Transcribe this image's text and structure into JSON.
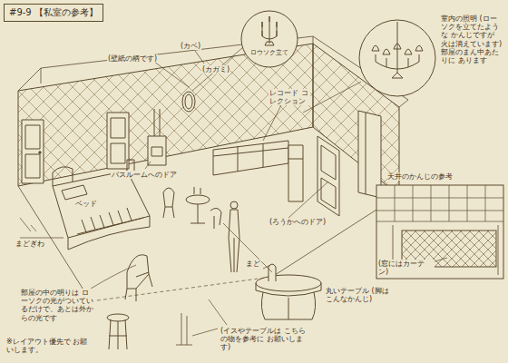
{
  "diagram": {
    "title": "#9-9 【私室の参考】",
    "nodes": [
      {
        "text": [
          "ロウソク立て"
        ]
      },
      {
        "text": [
          "室内の照明 (ローソクを立てたような かんじですが 火は消えています) 部屋のまん中あたりに あります"
        ]
      },
      {
        "text": [
          "天井のかんじの参考",
          "(窓にはカーテン)"
        ]
      }
    ],
    "labels": [
      "(カベ)",
      "(壁紙の柄です)",
      "(カガミ)",
      "レコード コレクション",
      "バスルームへのドア",
      "ベッド",
      "まどぎわ",
      "(ろうかへのドア)",
      "まど",
      "丸いテーブル (脚はこんなかんじ)",
      "部屋の中の明りは ローソクの光がついているだけで、あとは外からの光です",
      "※レイアウト優先で お願いします。",
      "(イスやテーブルは こちらの物を参考に お願いします)"
    ]
  }
}
